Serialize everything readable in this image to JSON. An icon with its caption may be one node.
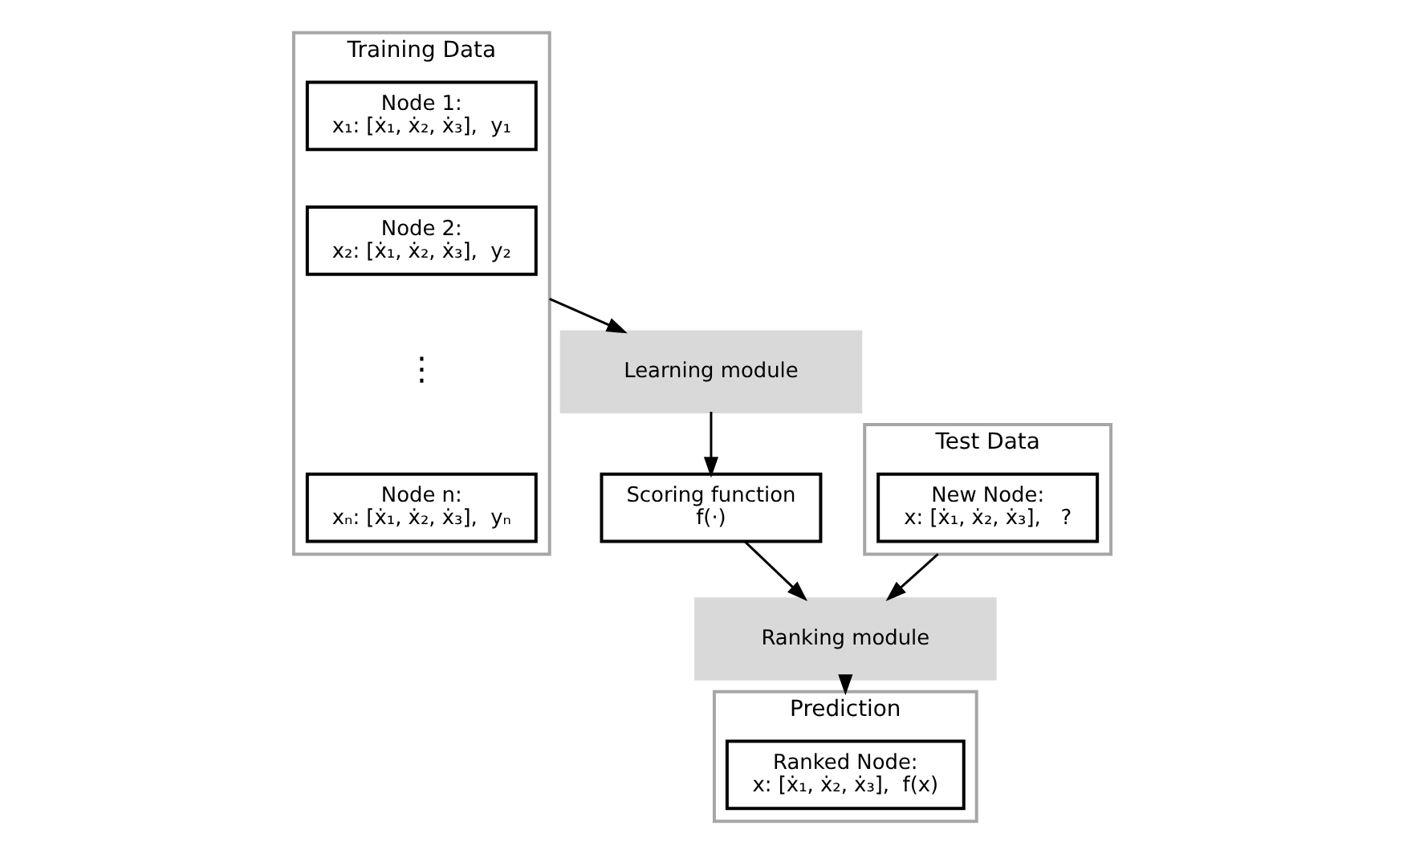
{
  "diagram": {
    "nodes": [
      {
        "text": [
          "Training Data"
        ]
      },
      {
        "text": [
          "Node 1:",
          "x₁: [ẋ₁, ẋ₂, ẋ₃],  y₁"
        ],
        "in": 0
      },
      {
        "text": [
          "Node 2:",
          "x₂: [ẋ₁, ẋ₂, ẋ₃],  y₂"
        ],
        "in": 0
      },
      {
        "text": [
          "Node n:",
          "xₙ: [ẋ₁, ẋ₂, ẋ₃],  yₙ"
        ],
        "in": 0
      },
      {
        "text": [
          "Learning module"
        ]
      },
      {
        "text": [
          "Scoring function",
          "f(·)"
        ]
      },
      {
        "text": [
          "Test Data"
        ]
      },
      {
        "text": [
          "New Node:",
          "x: [ẋ₁, ẋ₂, ẋ₃],   ?"
        ],
        "in": 6
      },
      {
        "text": [
          "Ranking module"
        ]
      },
      {
        "text": [
          "Prediction"
        ]
      },
      {
        "text": [
          "Ranked Node:",
          "x: [ẋ₁, ẋ₂, ẋ₃],  f(x)"
        ],
        "in": 9
      }
    ],
    "edges": [
      {
        "from": 0,
        "to": 4,
        "arrow": "to"
      },
      {
        "from": 4,
        "to": 5,
        "arrow": "to"
      },
      {
        "from": 5,
        "to": 8,
        "arrow": "to"
      },
      {
        "from": 6,
        "to": 8,
        "arrow": "to"
      },
      {
        "from": 8,
        "to": 9,
        "arrow": "to"
      }
    ],
    "labels": [
      "⋮"
    ]
  }
}
